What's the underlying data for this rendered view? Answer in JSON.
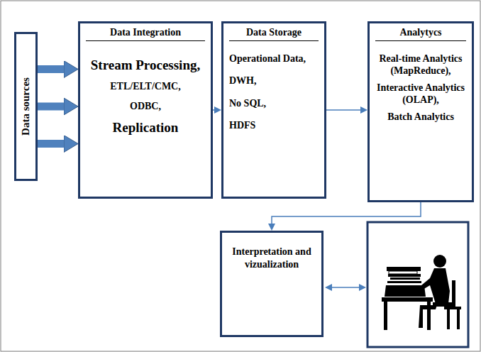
{
  "diagram": {
    "nodes": [
      {
        "text": [
          "Data sources"
        ]
      },
      {
        "text": [
          "Data Integration",
          "Stream Processing,",
          "ETL/ELT/CMC,",
          "ODBC,",
          "Replication"
        ]
      },
      {
        "text": [
          "Data Storage",
          "Operational Data,",
          "DWH,",
          "No SQL,",
          "HDFS"
        ]
      },
      {
        "text": [
          "Analytycs",
          "Real-time Analytics (MapReduce),",
          "Interactive Analytics (OLAP),",
          "Batch Analytics"
        ]
      },
      {
        "text": [
          "Interpretation and vizualization"
        ]
      }
    ],
    "edges": [
      {
        "from": 0,
        "to": 1,
        "arrow": "to"
      },
      {
        "from": 0,
        "to": 1,
        "arrow": "to"
      },
      {
        "from": 0,
        "to": 1,
        "arrow": "to"
      },
      {
        "from": 1,
        "to": 2,
        "arrow": "to"
      },
      {
        "from": 2,
        "to": 3,
        "arrow": "to"
      },
      {
        "from": 3,
        "to": 4,
        "arrow": "to"
      }
    ]
  }
}
